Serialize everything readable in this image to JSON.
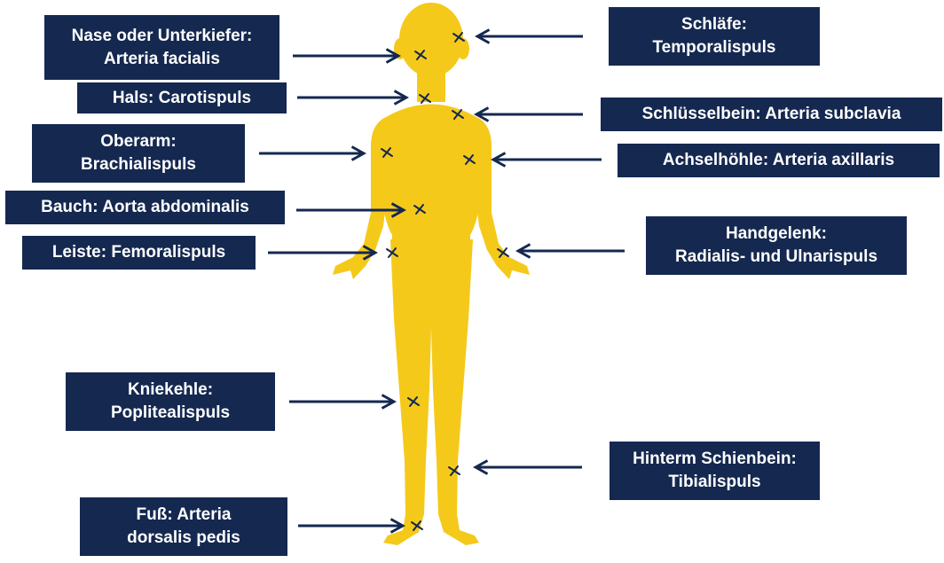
{
  "colors": {
    "label_bg": "#142850",
    "label_text": "#ffffff",
    "body_fill": "#F5C91A",
    "arrow": "#142850",
    "marker": "#142850"
  },
  "labels": {
    "nase": {
      "line1": "Nase oder Unterkiefer:",
      "line2": "Arteria facialis"
    },
    "hals": {
      "line1": "Hals: Carotispuls"
    },
    "oberarm": {
      "line1": "Oberarm:",
      "line2": "Brachialispuls"
    },
    "bauch": {
      "line1": "Bauch: Aorta abdominalis"
    },
    "leiste": {
      "line1": "Leiste: Femoralispuls"
    },
    "kniekehle": {
      "line1": "Kniekehle:",
      "line2": "Poplitealispuls"
    },
    "fuss": {
      "line1": "Fuß: Arteria",
      "line2": "dorsalis pedis"
    },
    "schlaefe": {
      "line1": "Schläfe:",
      "line2": "Temporalispuls"
    },
    "schluessel": {
      "line1": "Schlüsselbein: Arteria subclavia"
    },
    "achsel": {
      "line1": "Achselhöhle: Arteria axillaris"
    },
    "handgelenk": {
      "line1": "Handgelenk:",
      "line2": "Radialis- und Ulnarispuls"
    },
    "schienbein": {
      "line1": "Hinterm Schienbein:",
      "line2": "Tibialispuls"
    }
  },
  "markers": [
    "nase",
    "hals",
    "oberarm",
    "bauch",
    "leiste",
    "kniekehle",
    "fuss",
    "schlaefe",
    "schluessel",
    "achsel",
    "handgelenk",
    "schienbein"
  ]
}
